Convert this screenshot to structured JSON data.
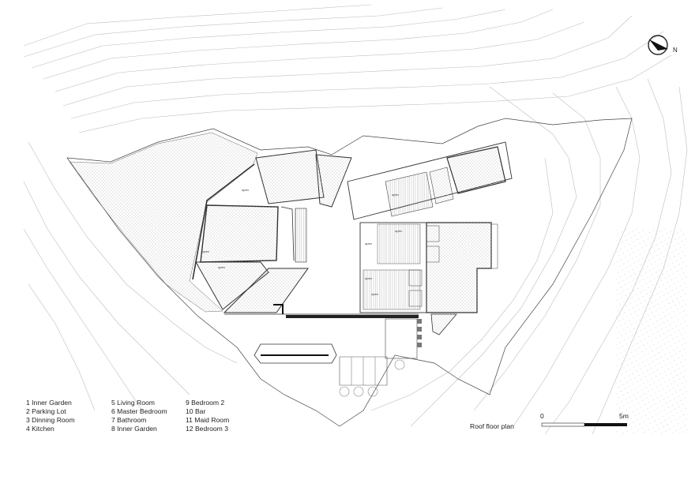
{
  "legend": {
    "items": [
      "1 Inner Garden",
      "2 Parking Lot",
      "3 Dinning Room",
      "4 Kitchen",
      "5 Living Room",
      "6 Master Bedroom",
      "7 Bathroom",
      "8 Inner Garden",
      "9  Bedroom 2",
      "10 Bar",
      "11 Maid Room",
      "12 Bedroom 3"
    ]
  },
  "plan_title": "Roof floor plan",
  "scale": {
    "start_label": "0",
    "end_label": "5m"
  },
  "north_label": "N",
  "open_labels": [
    "open",
    "open",
    "open",
    "open",
    "open",
    "open",
    "open",
    "open"
  ],
  "colors": {
    "line": "#333333",
    "contour": "#b8b8b8",
    "hatch": "#9a9a9a",
    "wall": "#444444"
  }
}
